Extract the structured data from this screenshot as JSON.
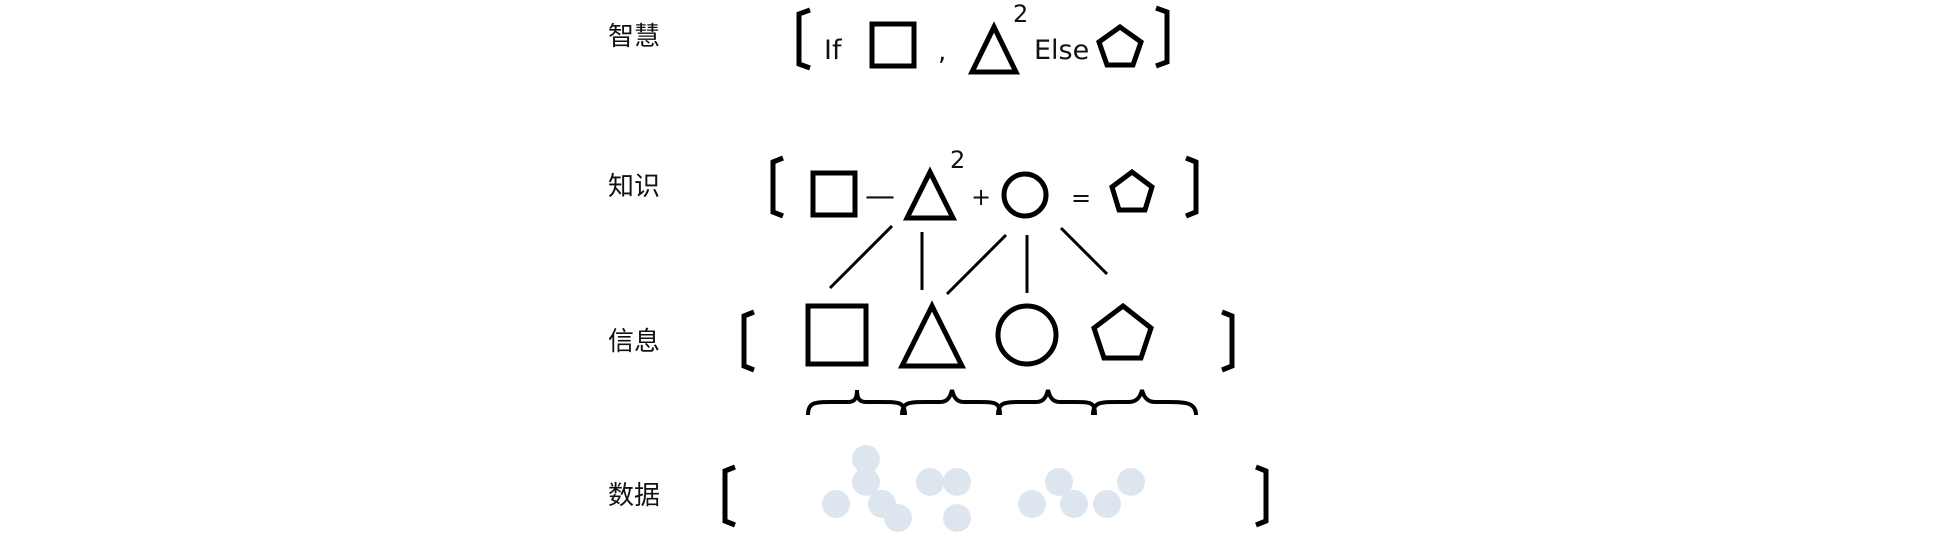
{
  "levels": {
    "wisdom": "智慧",
    "knowledge": "知识",
    "information": "信息",
    "data": "数据"
  },
  "wisdom_row": {
    "if_label": "If",
    "comma": ",",
    "exponent": "2",
    "else_label": "Else"
  },
  "knowledge_row": {
    "minus": "—",
    "exponent": "2",
    "plus": "+",
    "equals": "="
  },
  "colors": {
    "ink": "#000000",
    "data_dot": "#dde6ee"
  }
}
